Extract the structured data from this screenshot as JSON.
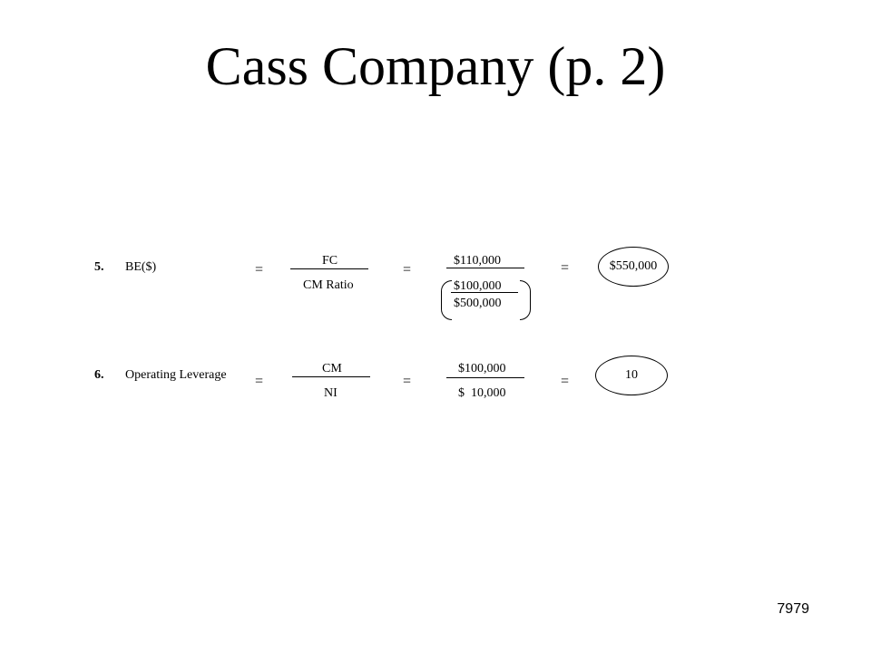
{
  "title": "Cass Company (p. 2)",
  "rows": [
    {
      "number": "5.",
      "label": "BE($)",
      "equals": "=",
      "formula_numerator": "FC",
      "formula_denominator": "CM Ratio",
      "calc_numerator": "$110,000",
      "calc_denominator_top": "$100,000",
      "calc_denominator_bottom": "$500,000",
      "result": "$550,000"
    },
    {
      "number": "6.",
      "label": "Operating Leverage",
      "equals": "=",
      "formula_numerator": "CM",
      "formula_denominator": "NI",
      "calc_numerator": "$100,000",
      "calc_denominator": "$  10,000",
      "result": "10"
    }
  ],
  "page_number": "7979"
}
